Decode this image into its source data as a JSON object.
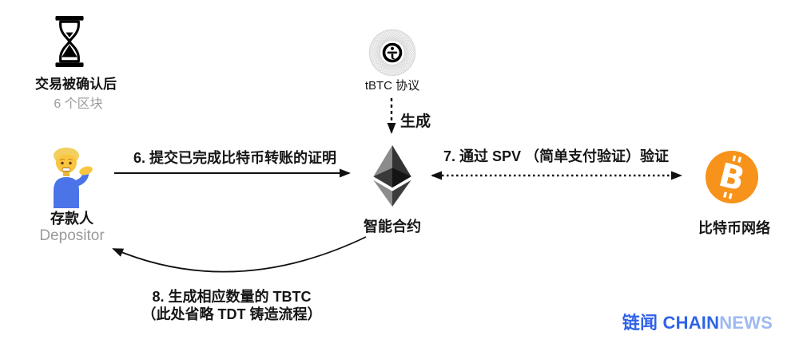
{
  "confirmation": {
    "title": "交易被确认后",
    "subtitle": "6 个区块"
  },
  "tbtc": {
    "label": "tBTC 协议"
  },
  "generate": {
    "label": "生成"
  },
  "contract": {
    "label": "智能合约"
  },
  "depositor": {
    "label": "存款人",
    "sublabel": "Depositor"
  },
  "bitcoin_network": {
    "label": "比特币网络"
  },
  "steps": {
    "step6": "6. 提交已完成比特币转账的证明",
    "step7": "7. 通过 SPV （简单支付验证）验证",
    "step8_line1": "8. 生成相应数量的 TBTC",
    "step8_line2": "（此处省略 TDT 铸造流程）"
  },
  "brand": {
    "cn": "链闻",
    "en_bold": "CHAIN",
    "en_light": "NEWS"
  },
  "colors": {
    "bitcoin_orange": "#F7931A",
    "brand_blue": "#2F62E8",
    "brand_blue_light": "#9DB9F1",
    "muted_gray": "#9B9B9B",
    "ink": "#111111"
  }
}
